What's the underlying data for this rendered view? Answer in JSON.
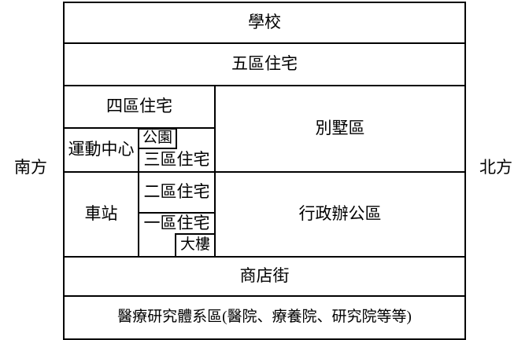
{
  "colors": {
    "background": "#ffffff",
    "line": "#000000",
    "text": "#000000"
  },
  "compass": {
    "south": "南方",
    "north": "北方"
  },
  "zones": {
    "school": "學校",
    "district5": "五區住宅",
    "district4": "四區住宅",
    "villa": "別墅區",
    "sports_center": "運動中心",
    "park": "公園",
    "district3": "三區住宅",
    "station": "車站",
    "district2": "二區住宅",
    "district1": "一區住宅",
    "tower": "大樓",
    "admin_office": "行政辦公區",
    "shopping_street": "商店街",
    "medical": "醫療研究體系區(醫院、療養院、研究院等等)"
  }
}
